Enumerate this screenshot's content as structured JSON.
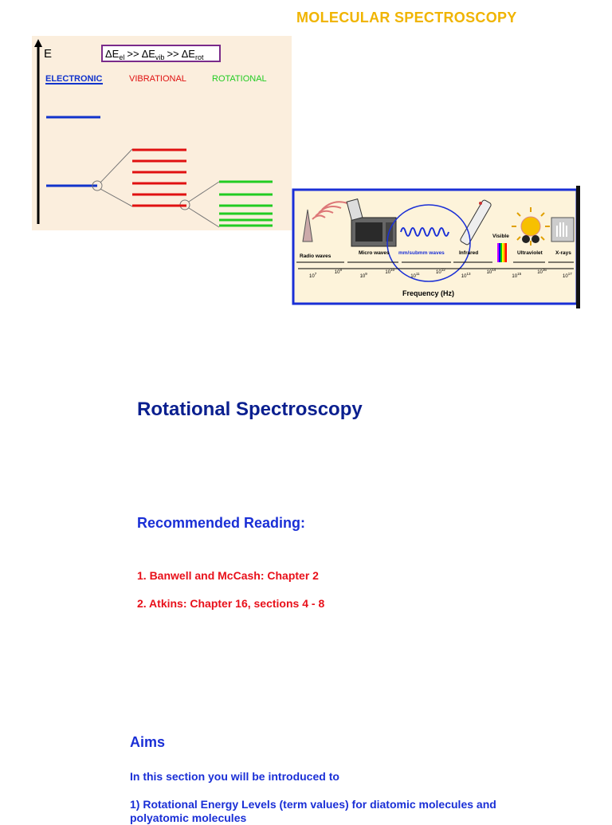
{
  "header": {
    "title": "MOLECULAR SPECTROSCOPY"
  },
  "energy_diagram": {
    "axis_label": "E",
    "relation": {
      "delta": "ΔE",
      "el": "el",
      "vib": "vib",
      "rot": "rot",
      "op": ">>"
    },
    "labels": {
      "electronic": "ELECTRONIC",
      "vibrational": "VIBRATIONAL",
      "rotational": "ROTATIONAL"
    },
    "colors": {
      "background": "#fbeedd",
      "electronic": "#1133cc",
      "vibrational": "#e01010",
      "rotational": "#22cc22",
      "box": "#7a2a8a"
    }
  },
  "spectrum": {
    "regions": [
      "Radio waves",
      "Micro waves",
      "mm/submm waves",
      "Infrared",
      "Visible",
      "Ultraviolet",
      "X-rays"
    ],
    "tick_exponents": [
      "7",
      "8",
      "9",
      "10",
      "11",
      "12",
      "13",
      "14",
      "15",
      "16",
      "17"
    ],
    "tick_base": "10",
    "axis_label": "Frequency (Hz)",
    "colors": {
      "background": "#fdf3da",
      "border": "#1a2fd6",
      "highlight": "#1a2fd6"
    }
  },
  "main": {
    "section_title": "Rotational Spectroscopy",
    "reading_heading": "Recommended Reading:",
    "reading_items": [
      "1.  Banwell and McCash: Chapter 2",
      "2. Atkins: Chapter 16, sections 4 - 8"
    ]
  },
  "aims": {
    "heading": "Aims",
    "intro": "In this section you will be introduced to",
    "items": [
      "1)  Rotational Energy Levels (term values) for diatomic molecules and polyatomic molecules"
    ]
  }
}
